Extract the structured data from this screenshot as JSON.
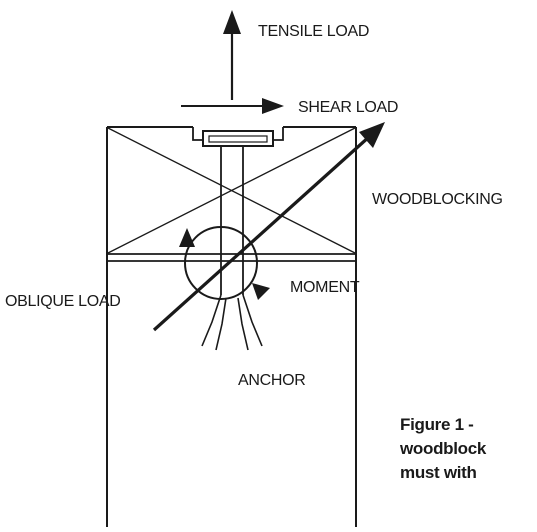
{
  "diagram": {
    "labels": {
      "tensile_load": "TENSILE LOAD",
      "shear_load": "SHEAR LOAD",
      "woodblocking": "WOODBLOCKING",
      "oblique_load": "OBLIQUE LOAD",
      "moment": "MOMENT",
      "anchor": "ANCHOR"
    },
    "caption": {
      "line1": "Figure 1 -",
      "line2": "woodblock",
      "line3": "must with"
    }
  },
  "colors": {
    "ink": "#1a1a1a",
    "background": "#ffffff"
  }
}
